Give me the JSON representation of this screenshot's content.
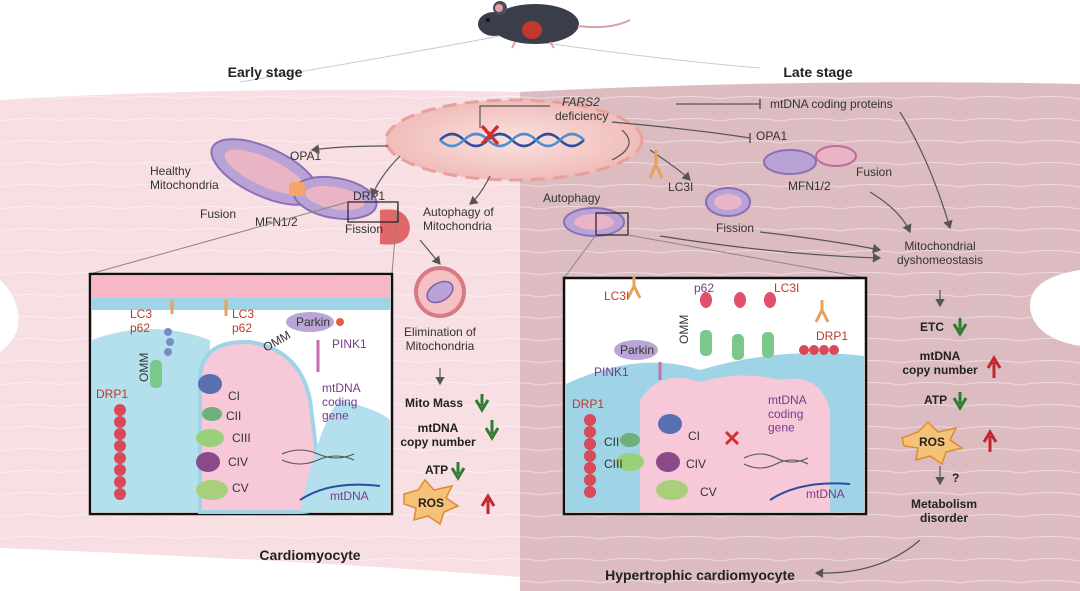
{
  "stages": {
    "early": "Early stage",
    "late": "Late stage"
  },
  "gene": {
    "name": "FARS2",
    "suffix": "deficiency"
  },
  "early": {
    "healthy": "Healthy\nMitochondria",
    "opa1": "OPA1",
    "drp1": "DRP1",
    "fusion": "Fusion",
    "mfn": "MFN1/2",
    "fission": "Fission",
    "autophagy": "Autophagy of\nMitochondria",
    "elimination": "Elimination of\nMitochondria",
    "mito_mass": "Mito Mass",
    "mtdna": "mtDNA\ncopy number",
    "atp": "ATP",
    "ros": "ROS",
    "bottom": "Cardiomyocyte"
  },
  "early_inset": {
    "lc3_a": "LC3",
    "p62_a": "p62",
    "omm_a": "OMM",
    "lc3_b": "LC3",
    "p62_b": "p62",
    "omm_b": "OMM",
    "parkin": "Parkin",
    "pink1": "PINK1",
    "drp1": "DRP1",
    "ci": "CI",
    "cii": "CII",
    "ciii": "CIII",
    "civ": "CIV",
    "cv": "CV",
    "gene": "mtDNA\ncoding\ngene",
    "mtdna": "mtDNA"
  },
  "late": {
    "coding": "mtDNA coding proteins",
    "opa1": "OPA1",
    "mfn": "MFN1/2",
    "fusion": "Fusion",
    "lc3i": "LC3I",
    "autophagy": "Autophagy",
    "fission": "Fission",
    "dyshomeo": "Mitochondrial\ndyshomeostasis",
    "etc": "ETC",
    "mtdna": "mtDNA\ncopy number",
    "atp": "ATP",
    "ros": "ROS",
    "question": "?",
    "metabolism": "Metabolism\ndisorder",
    "bottom": "Hypertrophic cardiomyocyte"
  },
  "late_inset": {
    "lc3i_a": "LC3I",
    "p62": "p62",
    "lc3i_b": "LC3I",
    "omm": "OMM",
    "parkin": "Parkin",
    "pink1": "PINK1",
    "drp1_a": "DRP1",
    "drp1_b": "DRP1",
    "ci": "CI",
    "cii": "CII",
    "ciii": "CIII",
    "civ": "CIV",
    "cv": "CV",
    "gene": "mtDNA\ncoding\ngene",
    "mtdna": "mtDNA"
  },
  "colors": {
    "early_cell": "#f7dfe3",
    "late_cell": "#dcbcc0",
    "nucleus": "#f3c7c4",
    "matrix": "#f6c8d8",
    "membrane": "#9fd4e6",
    "up_arrow": "#c0262d",
    "down_arrow": "#2e7d32",
    "ros_star": "#f5c27a"
  }
}
